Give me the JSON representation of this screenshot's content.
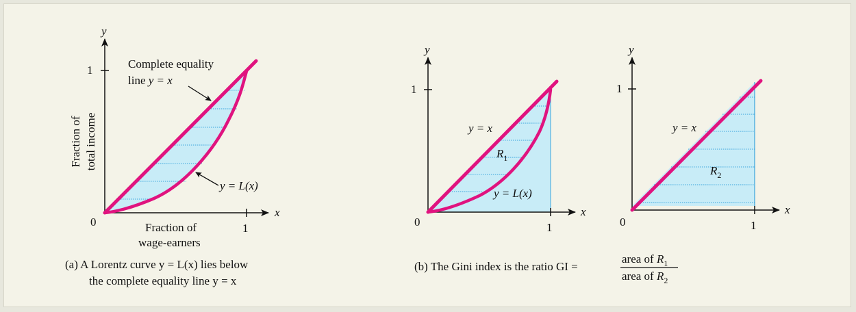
{
  "colors": {
    "equality_line": "#e0137f",
    "lorentz_curve": "#e0137f",
    "region_fill": "#c8ecf7",
    "hatch": "#3aa4dc",
    "axis": "#111111",
    "background": "#f4f3e8"
  },
  "figure_a": {
    "axis_x": "x",
    "axis_y": "y",
    "origin": "0",
    "tick_x": "1",
    "tick_y": "1",
    "equality_label_line1": "Complete equality",
    "equality_label_line2_prefix": "line ",
    "equality_label_line2_expr": "y = x",
    "curve_label": "y = L(x)",
    "ylabel_line1": "Fraction of",
    "ylabel_line2": "total income",
    "xlabel_line1": "Fraction of",
    "xlabel_line2": "wage-earners",
    "caption_line1": "(a)  A Lorentz curve y = L(x) lies below",
    "caption_line2": "the complete equality line y = x"
  },
  "figure_b1": {
    "axis_x": "x",
    "axis_y": "y",
    "origin": "0",
    "tick_x": "1",
    "tick_y": "1",
    "line_label": "y = x",
    "region_label": "R",
    "region_sub": "1",
    "curve_label": "y = L(x)"
  },
  "figure_b2": {
    "axis_x": "x",
    "axis_y": "y",
    "origin": "0",
    "tick_x": "1",
    "tick_y": "1",
    "line_label": "y = x",
    "region_label": "R",
    "region_sub": "2"
  },
  "caption_b": {
    "text": "(b)  The Gini index is the ratio GI =",
    "numerator_prefix": "area of ",
    "numerator_var": "R",
    "numerator_sub": "1",
    "denominator_prefix": "area of ",
    "denominator_var": "R",
    "denominator_sub": "2"
  }
}
